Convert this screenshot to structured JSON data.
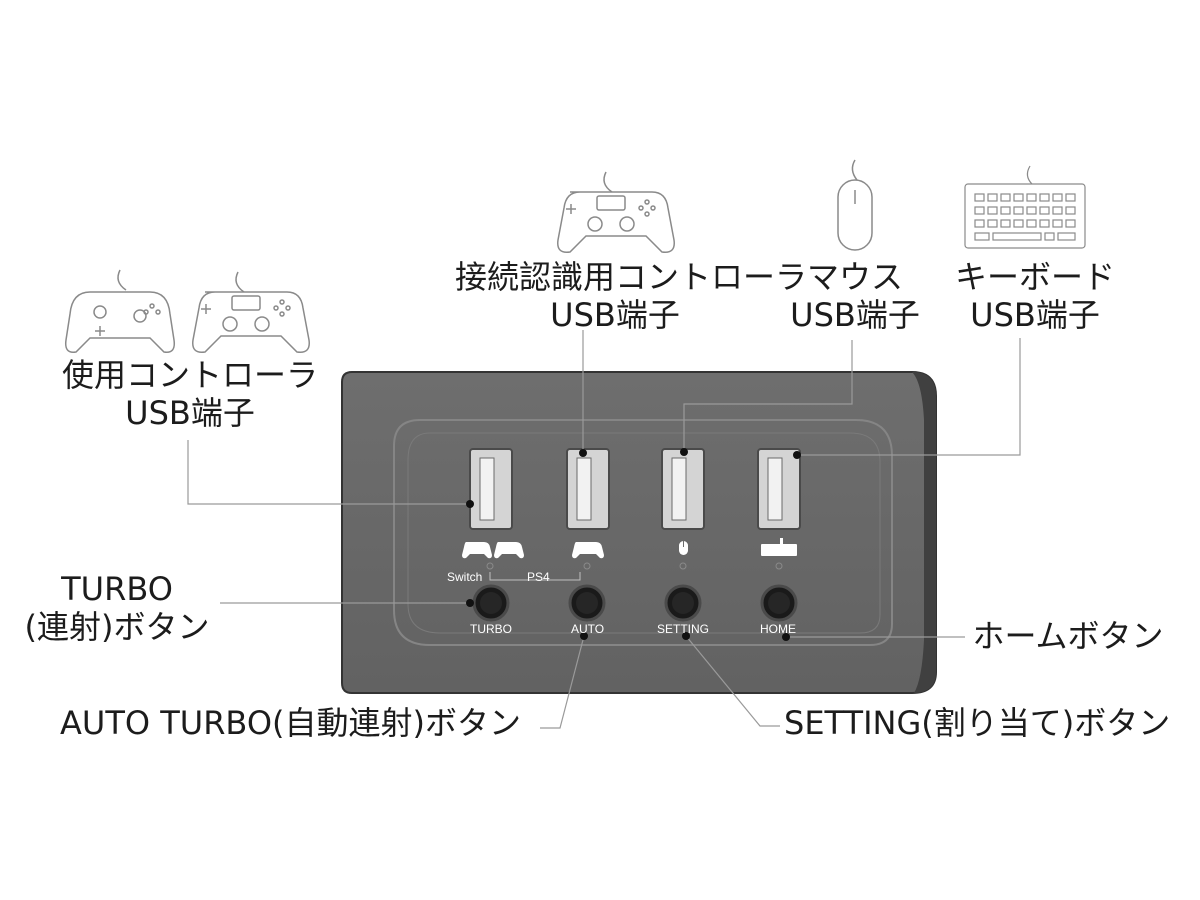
{
  "callouts": {
    "controller_usb": {
      "line1": "使用コントローラ",
      "line2": "USB端子"
    },
    "auth_controller_usb": {
      "line1": "接続認識用コントローラ",
      "line2": "USB端子"
    },
    "mouse_usb": {
      "line1": "マウス",
      "line2": "USB端子"
    },
    "keyboard_usb": {
      "line1": "キーボード",
      "line2": "USB端子"
    },
    "turbo_button": {
      "line1": "TURBO",
      "line2": "(連射)ボタン"
    },
    "home_button": {
      "line1": "ホームボタン"
    },
    "auto_turbo_button": {
      "line1": "AUTO TURBO(自動連射)ボタン"
    },
    "setting_button": {
      "line1": "SETTING(割り当て)ボタン"
    }
  },
  "device": {
    "mode_labels": {
      "switch": "Switch",
      "ps4": "PS4"
    },
    "button_labels": {
      "turbo": "TURBO",
      "auto": "AUTO",
      "setting": "SETTING",
      "home": "HOME"
    }
  },
  "icons": {
    "ports": [
      "two-gamepads-icon",
      "gamepad-icon",
      "mouse-icon",
      "keyboard-icon"
    ],
    "peripherals": [
      "switch-pro-controller-icon",
      "ps4-controller-icon",
      "ps4-controller-icon",
      "mouse-icon",
      "keyboard-icon"
    ]
  },
  "colors": {
    "device_body": "#6b6b6b",
    "device_edge": "#3a3a3a",
    "port": "#d2d2d2",
    "leader_line": "#9a9a9a",
    "text": "#1c1c1c"
  }
}
